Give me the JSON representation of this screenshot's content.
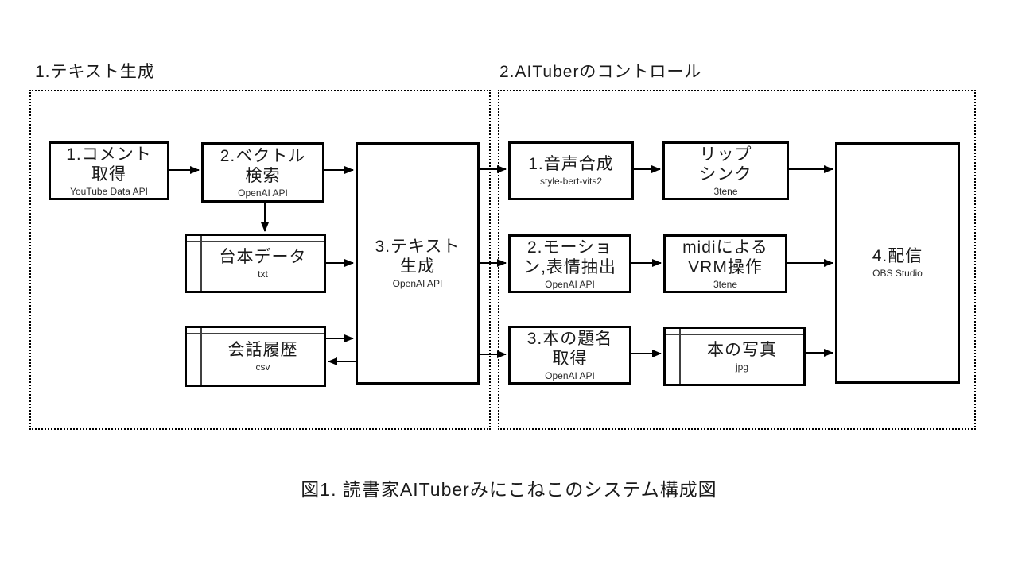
{
  "figure": {
    "caption": "図1. 読書家AITuberみにこねこのシステム構成図"
  },
  "sections": {
    "left": {
      "title": "1.テキスト生成"
    },
    "right": {
      "title": "2.AITuberのコントロール"
    }
  },
  "boxes": {
    "comment": {
      "line1": "1.コメント",
      "line2": "取得",
      "sub": "YouTube Data API"
    },
    "vector": {
      "line1": "2.ベクトル",
      "line2": "検索",
      "sub": "OpenAI API"
    },
    "script_data": {
      "line1": "台本データ",
      "sub": "txt"
    },
    "chat_history": {
      "line1": "会話履歴",
      "sub": "csv"
    },
    "text_gen": {
      "line1": "3.テキスト",
      "line2": "生成",
      "sub": "OpenAI API"
    },
    "voice": {
      "line1": "1.音声合成",
      "sub": "style-bert-vits2"
    },
    "lipsync": {
      "line1": "リップ",
      "line2": "シンク",
      "sub": "3tene"
    },
    "motion": {
      "line1": "2.モーショ",
      "line2": "ン,表情抽出",
      "sub": "OpenAI API"
    },
    "vrm": {
      "line1": "midiによる",
      "line2": "VRM操作",
      "sub": "3tene"
    },
    "book_title": {
      "line1": "3.本の題名",
      "line2": "取得",
      "sub": "OpenAI API"
    },
    "book_photo": {
      "line1": "本の写真",
      "sub": "jpg"
    },
    "stream": {
      "line1": "4.配信",
      "sub": "OBS Studio"
    }
  },
  "colors": {
    "line": "#000000",
    "inner_line": "#404040",
    "background": "#ffffff",
    "text": "#1a1a1a"
  }
}
